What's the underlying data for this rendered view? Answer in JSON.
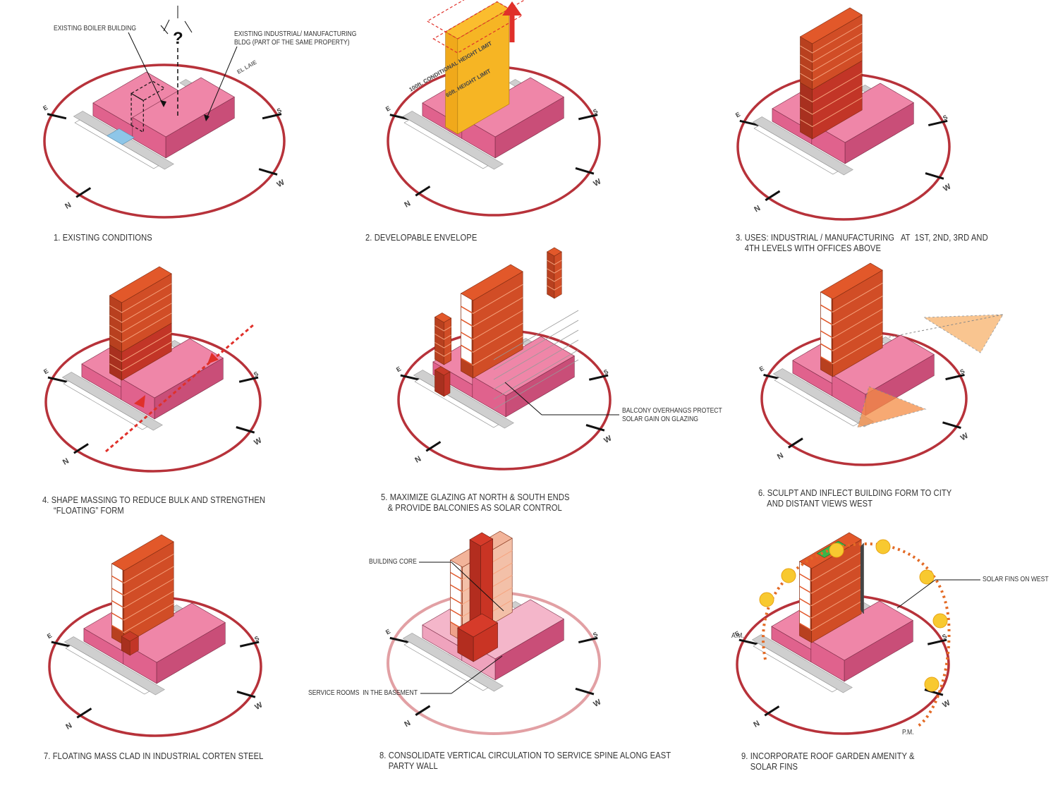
{
  "colors": {
    "ring": "#b7323a",
    "pink": "#ef86a8",
    "pink_side": "#e0628d",
    "pink_dark": "#c94e78",
    "orange": "#e2582a",
    "orange_dark": "#b8401f",
    "yellow": "#fbbd2e",
    "gray": "#cfcfcf",
    "blue": "#8ec6e8",
    "glass": "#ffffff",
    "sun": "#f8c930",
    "dotted": "#e36a25",
    "garden": "#39b54a"
  },
  "panels": [
    {
      "id": 1,
      "caption": "1. EXISTING CONDITIONS"
    },
    {
      "id": 2,
      "caption": "2. DEVELOPABLE ENVELOPE"
    },
    {
      "id": 3,
      "caption": "3. USES: INDUSTRIAL / MANUFACTURING   AT  1ST, 2ND, 3RD AND\n    4TH LEVELS WITH OFFICES ABOVE"
    },
    {
      "id": 4,
      "caption": "4. SHAPE MASSING TO REDUCE BULK AND STRENGTHEN\n     “FLOATING” FORM"
    },
    {
      "id": 5,
      "caption": "5. MAXIMIZE GLAZING AT NORTH & SOUTH ENDS\n   & PROVIDE BALCONIES AS SOLAR CONTROL"
    },
    {
      "id": 6,
      "caption": "6. SCULPT AND INFLECT BUILDING FORM TO CITY\n    AND DISTANT VIEWS WEST"
    },
    {
      "id": 7,
      "caption": "7. FLOATING MASS CLAD IN INDUSTRIAL CORTEN STEEL"
    },
    {
      "id": 8,
      "caption": "8. CONSOLIDATE VERTICAL CIRCULATION TO SERVICE SPINE ALONG EAST\n    PARTY WALL"
    },
    {
      "id": 9,
      "caption": "9. INCORPORATE ROOF GARDEN AMENITY &\n    SOLAR FINS"
    }
  ],
  "notes": {
    "boiler": "EXISTING BOILER BUILDING",
    "industrial": "EXISTING INDUSTRIAL/ MANUFACTURING\nBLDG (PART OF THE SAME PROPERTY)",
    "question": "?",
    "conditional_height": "100ft. CONDITIONAL HEIGHT LIMIT",
    "height_limit": "60ft. HEIGHT LIMIT",
    "balcony": "BALCONY OVERHANGS PROTECT\nSOLAR GAIN ON GLAZING",
    "core": "BUILDING CORE",
    "service": "SERVICE ROOMS  IN THE BASEMENT",
    "solar_fins": "SOLAR FINS ON WEST",
    "am": "A.M.",
    "pm": "P.M."
  },
  "compass": {
    "north": "N",
    "east": "E",
    "south": "S",
    "west": "W"
  },
  "street": "EL LAIE"
}
